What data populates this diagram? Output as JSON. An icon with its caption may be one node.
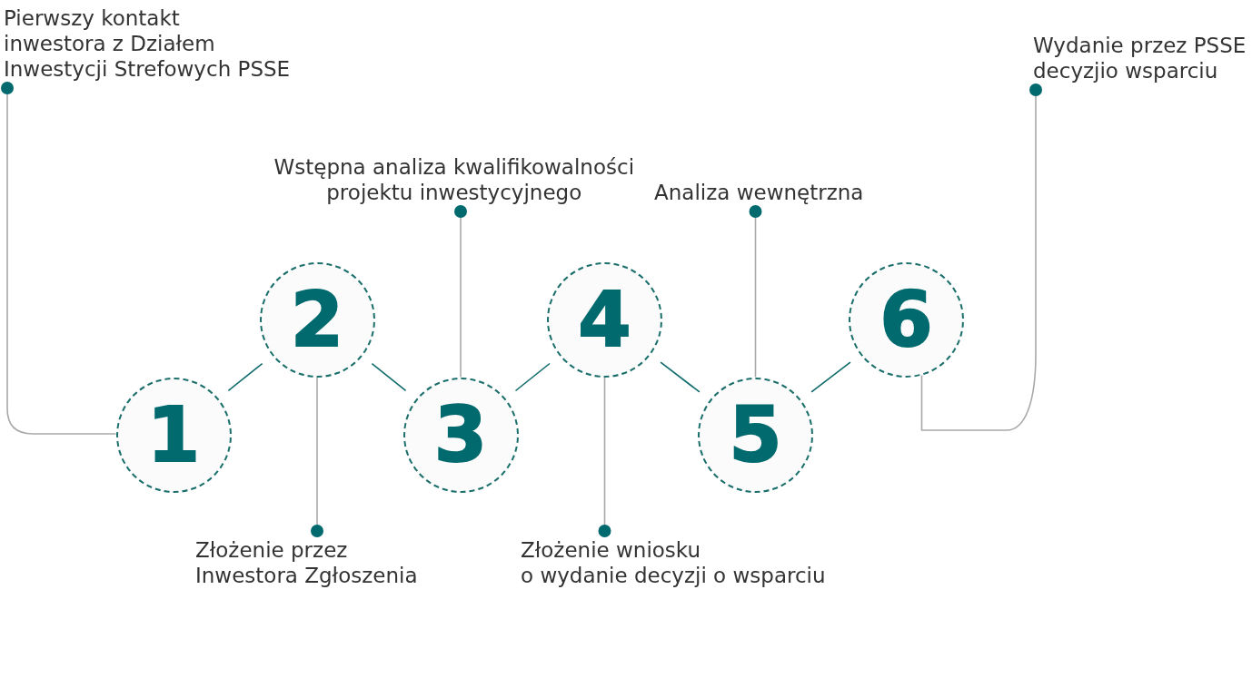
{
  "diagram": {
    "nodes": [
      {
        "text": [
          "1"
        ]
      },
      {
        "text": [
          "2"
        ]
      },
      {
        "text": [
          "3"
        ]
      },
      {
        "text": [
          "4"
        ]
      },
      {
        "text": [
          "5"
        ]
      },
      {
        "text": [
          "6"
        ]
      },
      {
        "text": [
          "Pierwszy kontakt inwestora z Działem Inwestycji Strefowych PSSE"
        ]
      },
      {
        "text": [
          "Złożenie przez Inwestora Zgłoszenia"
        ]
      },
      {
        "text": [
          "Wstępna analiza kwalifikowalności projektu inwestycyjnego"
        ]
      },
      {
        "text": [
          "Złożenie wniosku o wydanie decyzji o wsparciu"
        ]
      },
      {
        "text": [
          "Analiza wewnętrzna"
        ]
      },
      {
        "text": [
          "Wydanie przez PSSE decyzjio wsparciu"
        ]
      }
    ],
    "edges": [
      {
        "from": 0,
        "to": 1,
        "arrow": "none",
        "color": "#0f6b6b"
      },
      {
        "from": 1,
        "to": 2,
        "arrow": "none",
        "color": "#0f6b6b"
      },
      {
        "from": 2,
        "to": 3,
        "arrow": "none",
        "color": "#0f6b6b"
      },
      {
        "from": 3,
        "to": 4,
        "arrow": "none",
        "color": "#0f6b6b"
      },
      {
        "from": 4,
        "to": 5,
        "arrow": "none",
        "color": "#0f6b6b"
      },
      {
        "from": 6,
        "to": 0,
        "arrow": "other"
      },
      {
        "from": 7,
        "to": 1,
        "arrow": "other"
      },
      {
        "from": 8,
        "to": 2,
        "arrow": "other"
      },
      {
        "from": 9,
        "to": 3,
        "arrow": "other"
      },
      {
        "from": 10,
        "to": 4,
        "arrow": "other"
      },
      {
        "from": 11,
        "to": 5,
        "arrow": "other"
      }
    ]
  }
}
